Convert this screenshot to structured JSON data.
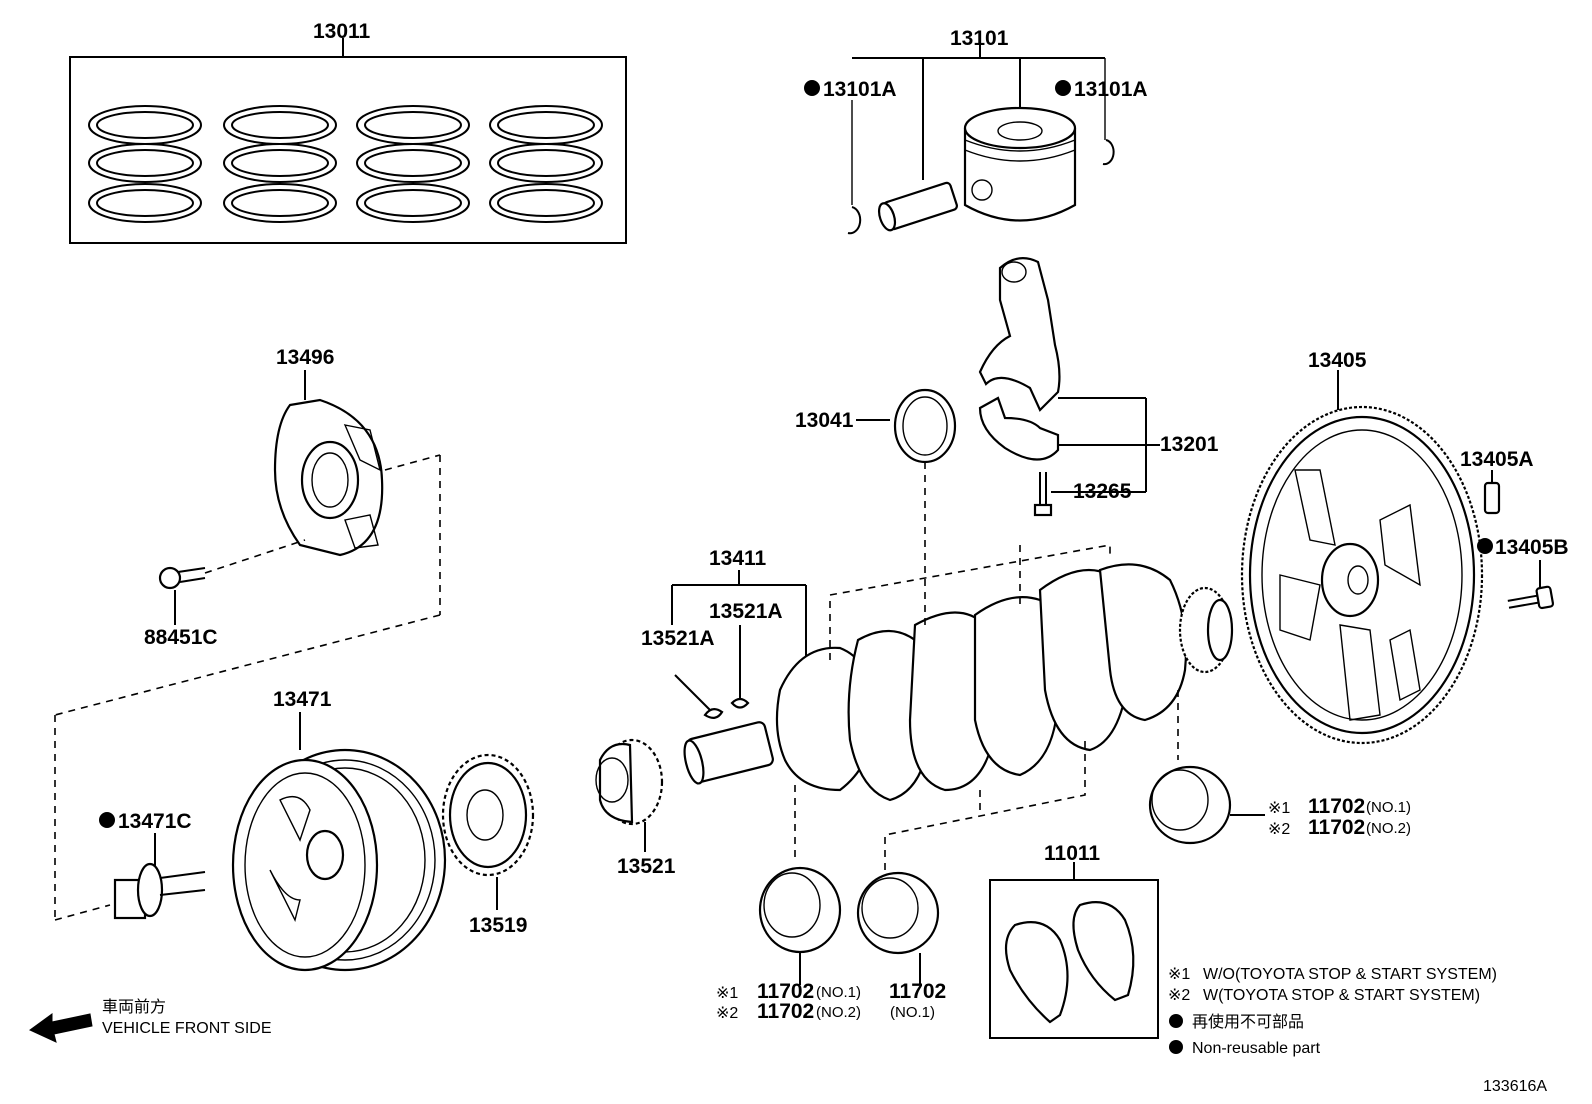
{
  "labels": {
    "piston_ring_set": "13011",
    "piston_sub_assy": "13101",
    "snap_ring_left": "13101A",
    "snap_ring_right": "13101A",
    "con_rod_bearing": "13041",
    "connecting_rod": "13201",
    "con_rod_bolt": "13265",
    "flywheel": "13405",
    "flywheel_pin": "13405A",
    "flywheel_bolt": "13405B",
    "crank_angle_plate": "13496",
    "plate_screw": "88451C",
    "crankshaft": "13411",
    "key_upper": "13521A",
    "key_lower": "13521A",
    "pulley": "13471",
    "pulley_bolt": "13471C",
    "timing_gear": "13519",
    "crank_sprocket": "13521",
    "thrust_washer_set": "11011",
    "main_bearing_a": "11702",
    "main_bearing_b": "11702",
    "main_bearing_c": "11702",
    "main_bearing_d": "11702",
    "main_bearing_e": "11702",
    "no1": "(NO.1)",
    "no2": "(NO.2)"
  },
  "markers": {
    "note1": "※1",
    "note2": "※2",
    "bullet": "●"
  },
  "legend": {
    "note1_text": "W/O(TOYOTA STOP & START SYSTEM)",
    "note2_text": "W(TOYOTA STOP & START SYSTEM)",
    "nonreusable_jp": "再使用不可部品",
    "nonreusable_en": "Non-reusable part"
  },
  "front": {
    "jp": "車両前方",
    "en": "VEHICLE FRONT SIDE"
  },
  "diagram_id": "133616A"
}
